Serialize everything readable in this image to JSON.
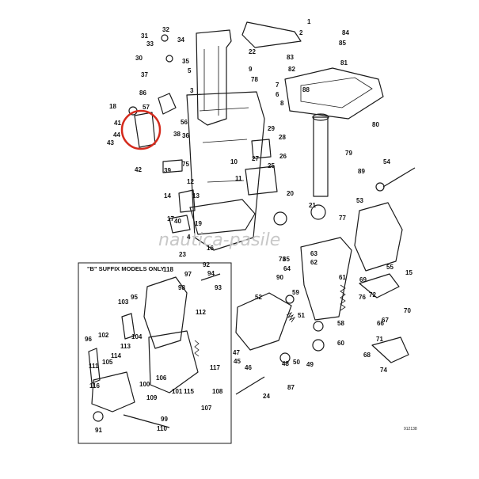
{
  "watermark": "nautica-pasile",
  "inset_title": "\"B\" SUFFIX MODELS ONLY",
  "drawing_code": "912138",
  "highlight_color": "#d42a1c",
  "callouts": [
    "1",
    "2",
    "3",
    "4",
    "5",
    "6",
    "7",
    "8",
    "9",
    "10",
    "11",
    "12",
    "13",
    "14",
    "15",
    "16",
    "17",
    "18",
    "19",
    "20",
    "21",
    "22",
    "23",
    "24",
    "25",
    "26",
    "27",
    "28",
    "29",
    "30",
    "31",
    "32",
    "33",
    "34",
    "35",
    "36",
    "37",
    "38",
    "39",
    "40",
    "41",
    "42",
    "43",
    "44",
    "45",
    "46",
    "47",
    "48",
    "49",
    "50",
    "51",
    "52",
    "53",
    "54",
    "55",
    "56",
    "57",
    "58",
    "59",
    "60",
    "61",
    "62",
    "63",
    "64",
    "65",
    "66",
    "67",
    "68",
    "69",
    "70",
    "71",
    "72",
    "73",
    "74",
    "75",
    "76",
    "77",
    "78",
    "79",
    "80",
    "81",
    "82",
    "83",
    "84",
    "85",
    "86",
    "87",
    "88",
    "89",
    "90",
    "91",
    "92",
    "93",
    "94",
    "95",
    "96",
    "97",
    "98",
    "99",
    "100",
    "101",
    "102",
    "103",
    "104",
    "105",
    "106",
    "107",
    "108",
    "109",
    "110",
    "111",
    "112",
    "113",
    "114",
    "115",
    "116",
    "117",
    "118"
  ]
}
